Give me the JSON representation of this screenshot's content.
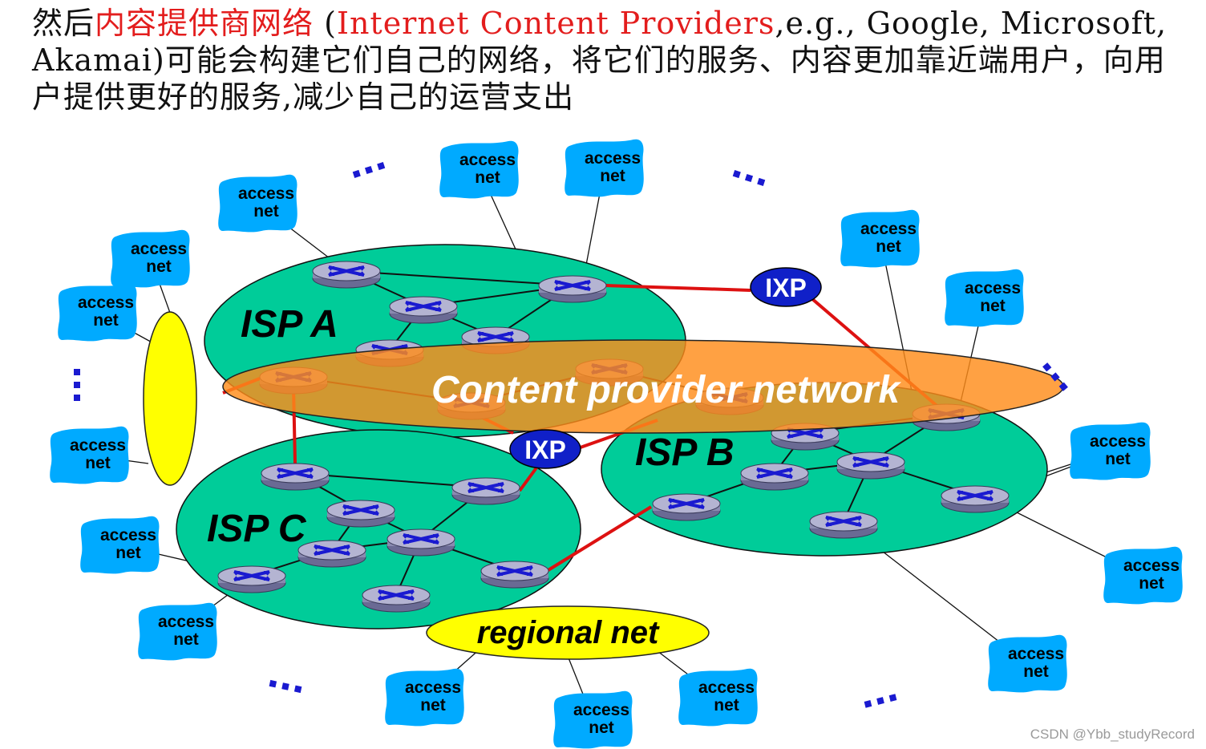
{
  "caption": {
    "part1": "然后",
    "highlight": "内容提供商网络",
    "part2": " (",
    "highlight_en": "Internet Content Providers",
    "part3": ",e.g., Google, Microsoft, Akamai)可能会构建它们自己的网络，将它们的服务、内容更加靠近端用户，向用户提供更好的服务,减少自己的运营支出"
  },
  "diagram": {
    "isp_a": "ISP A",
    "isp_b": "ISP B",
    "isp_c": "ISP C",
    "cpn": "Content provider network",
    "ixp_label": "IXP",
    "regional": "regional net",
    "access_line1": "access",
    "access_line2": "net",
    "ellipsis": "..."
  },
  "colors": {
    "isp_fill": "#00cc99",
    "cpn_fill": "#ff8c1a",
    "ixp_fill": "#1020c8",
    "regional_fill": "#ffff00",
    "access_fill": "#00aaff",
    "link_red": "#dd1111",
    "router_fill": "#a8a8c8"
  },
  "watermark": "CSDN @Ybb_studyRecord"
}
